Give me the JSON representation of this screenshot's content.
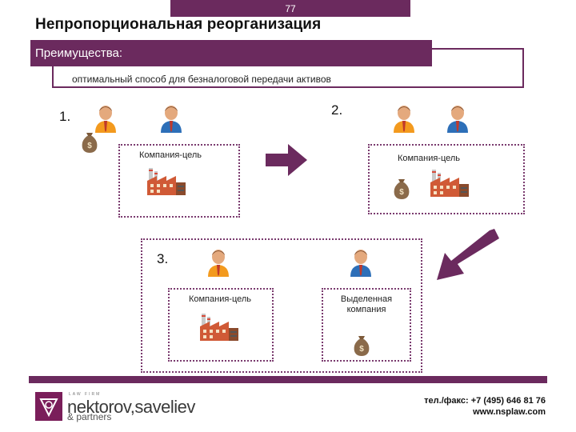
{
  "header": {
    "page_number": "77",
    "title": "Непропорциональная  реорганизация"
  },
  "advantages": {
    "heading": "Преимущества:",
    "text": "оптимальный способ для безналоговой передачи активов"
  },
  "steps": {
    "step1": {
      "number": "1.",
      "company_label": "Компания-цель"
    },
    "step2": {
      "number": "2.",
      "company_label": "Компания-цель"
    },
    "step3": {
      "number": "3.",
      "company_label": "Компания-цель",
      "spun_off_label": "Выделенная компания"
    }
  },
  "icons": {
    "person_orange": "person-orange-tie-icon",
    "person_blue": "person-blue-shirt-icon",
    "money_bag": "money-bag-icon",
    "factory": "factory-icon",
    "arrow": "arrow-icon"
  },
  "colors": {
    "brand": "#6b2a5e",
    "orange_shirt": "#f39a1e",
    "blue_shirt": "#2d6fb8"
  },
  "footer": {
    "logo_small": "LAW FIRM",
    "logo_main": "nektorov,saveliev",
    "logo_sub": "& partners",
    "phone": "тел./факс: +7 (495) 646 81 76",
    "website": "www.nsplaw.com"
  }
}
